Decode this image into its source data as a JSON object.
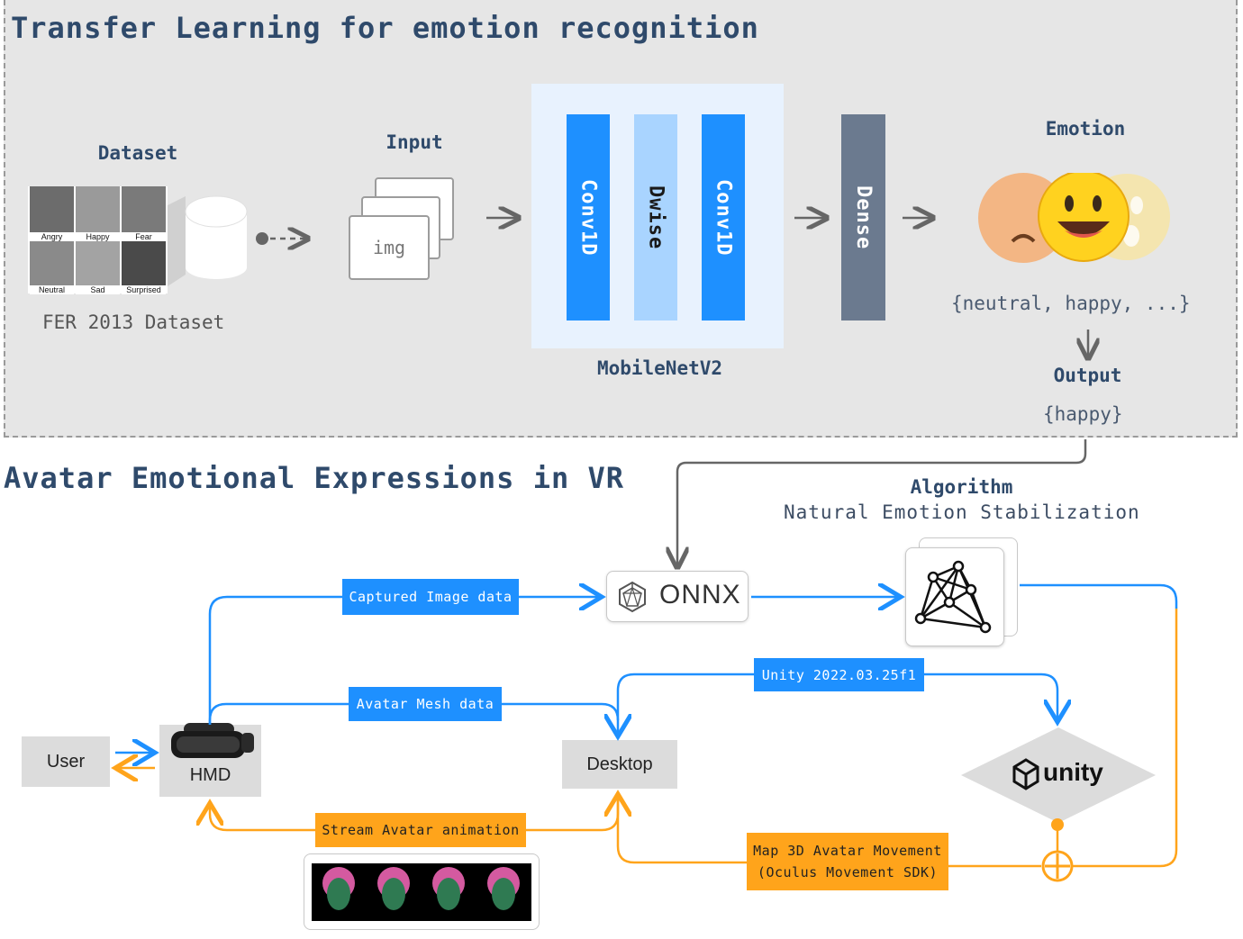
{
  "top": {
    "title": "Transfer Learning for emotion recognition",
    "dataset_label": "Dataset",
    "dataset_caption": "FER 2013 Dataset",
    "faces": [
      "Angry",
      "Happy",
      "Fear",
      "Neutral",
      "Sad",
      "Surprised"
    ],
    "input_label": "Input",
    "input_img": "img",
    "layers": [
      "Conv1D",
      "Dwise",
      "Conv1D"
    ],
    "model_label": "MobileNetV2",
    "dense_label": "Dense",
    "emotion_label": "Emotion",
    "emotion_set": "{neutral, happy, ...}",
    "output_label": "Output",
    "output_value": "{happy}"
  },
  "bottom": {
    "title": "Avatar Emotional Expressions in VR",
    "algorithm_label": "Algorithm",
    "algorithm_name": "Natural Emotion Stabilization",
    "onnx_label": "ONNX",
    "captured_tag": "Captured Image data",
    "mesh_tag": "Avatar Mesh data",
    "unity_version_tag": "Unity 2022.03.25f1",
    "user_node": "User",
    "hmd_node": "HMD",
    "desktop_node": "Desktop",
    "unity_logo": "unity",
    "stream_tag": "Stream Avatar animation",
    "map_tag_line1": "Map 3D Avatar Movement",
    "map_tag_line2": "(Oculus Movement SDK)"
  },
  "colors": {
    "blue": "#1e90ff",
    "orange": "#ffa41b",
    "title": "#2f4a6b",
    "conv": "#1e90ff",
    "dwise": "#a9d4ff",
    "dense": "#6b7a8f"
  }
}
